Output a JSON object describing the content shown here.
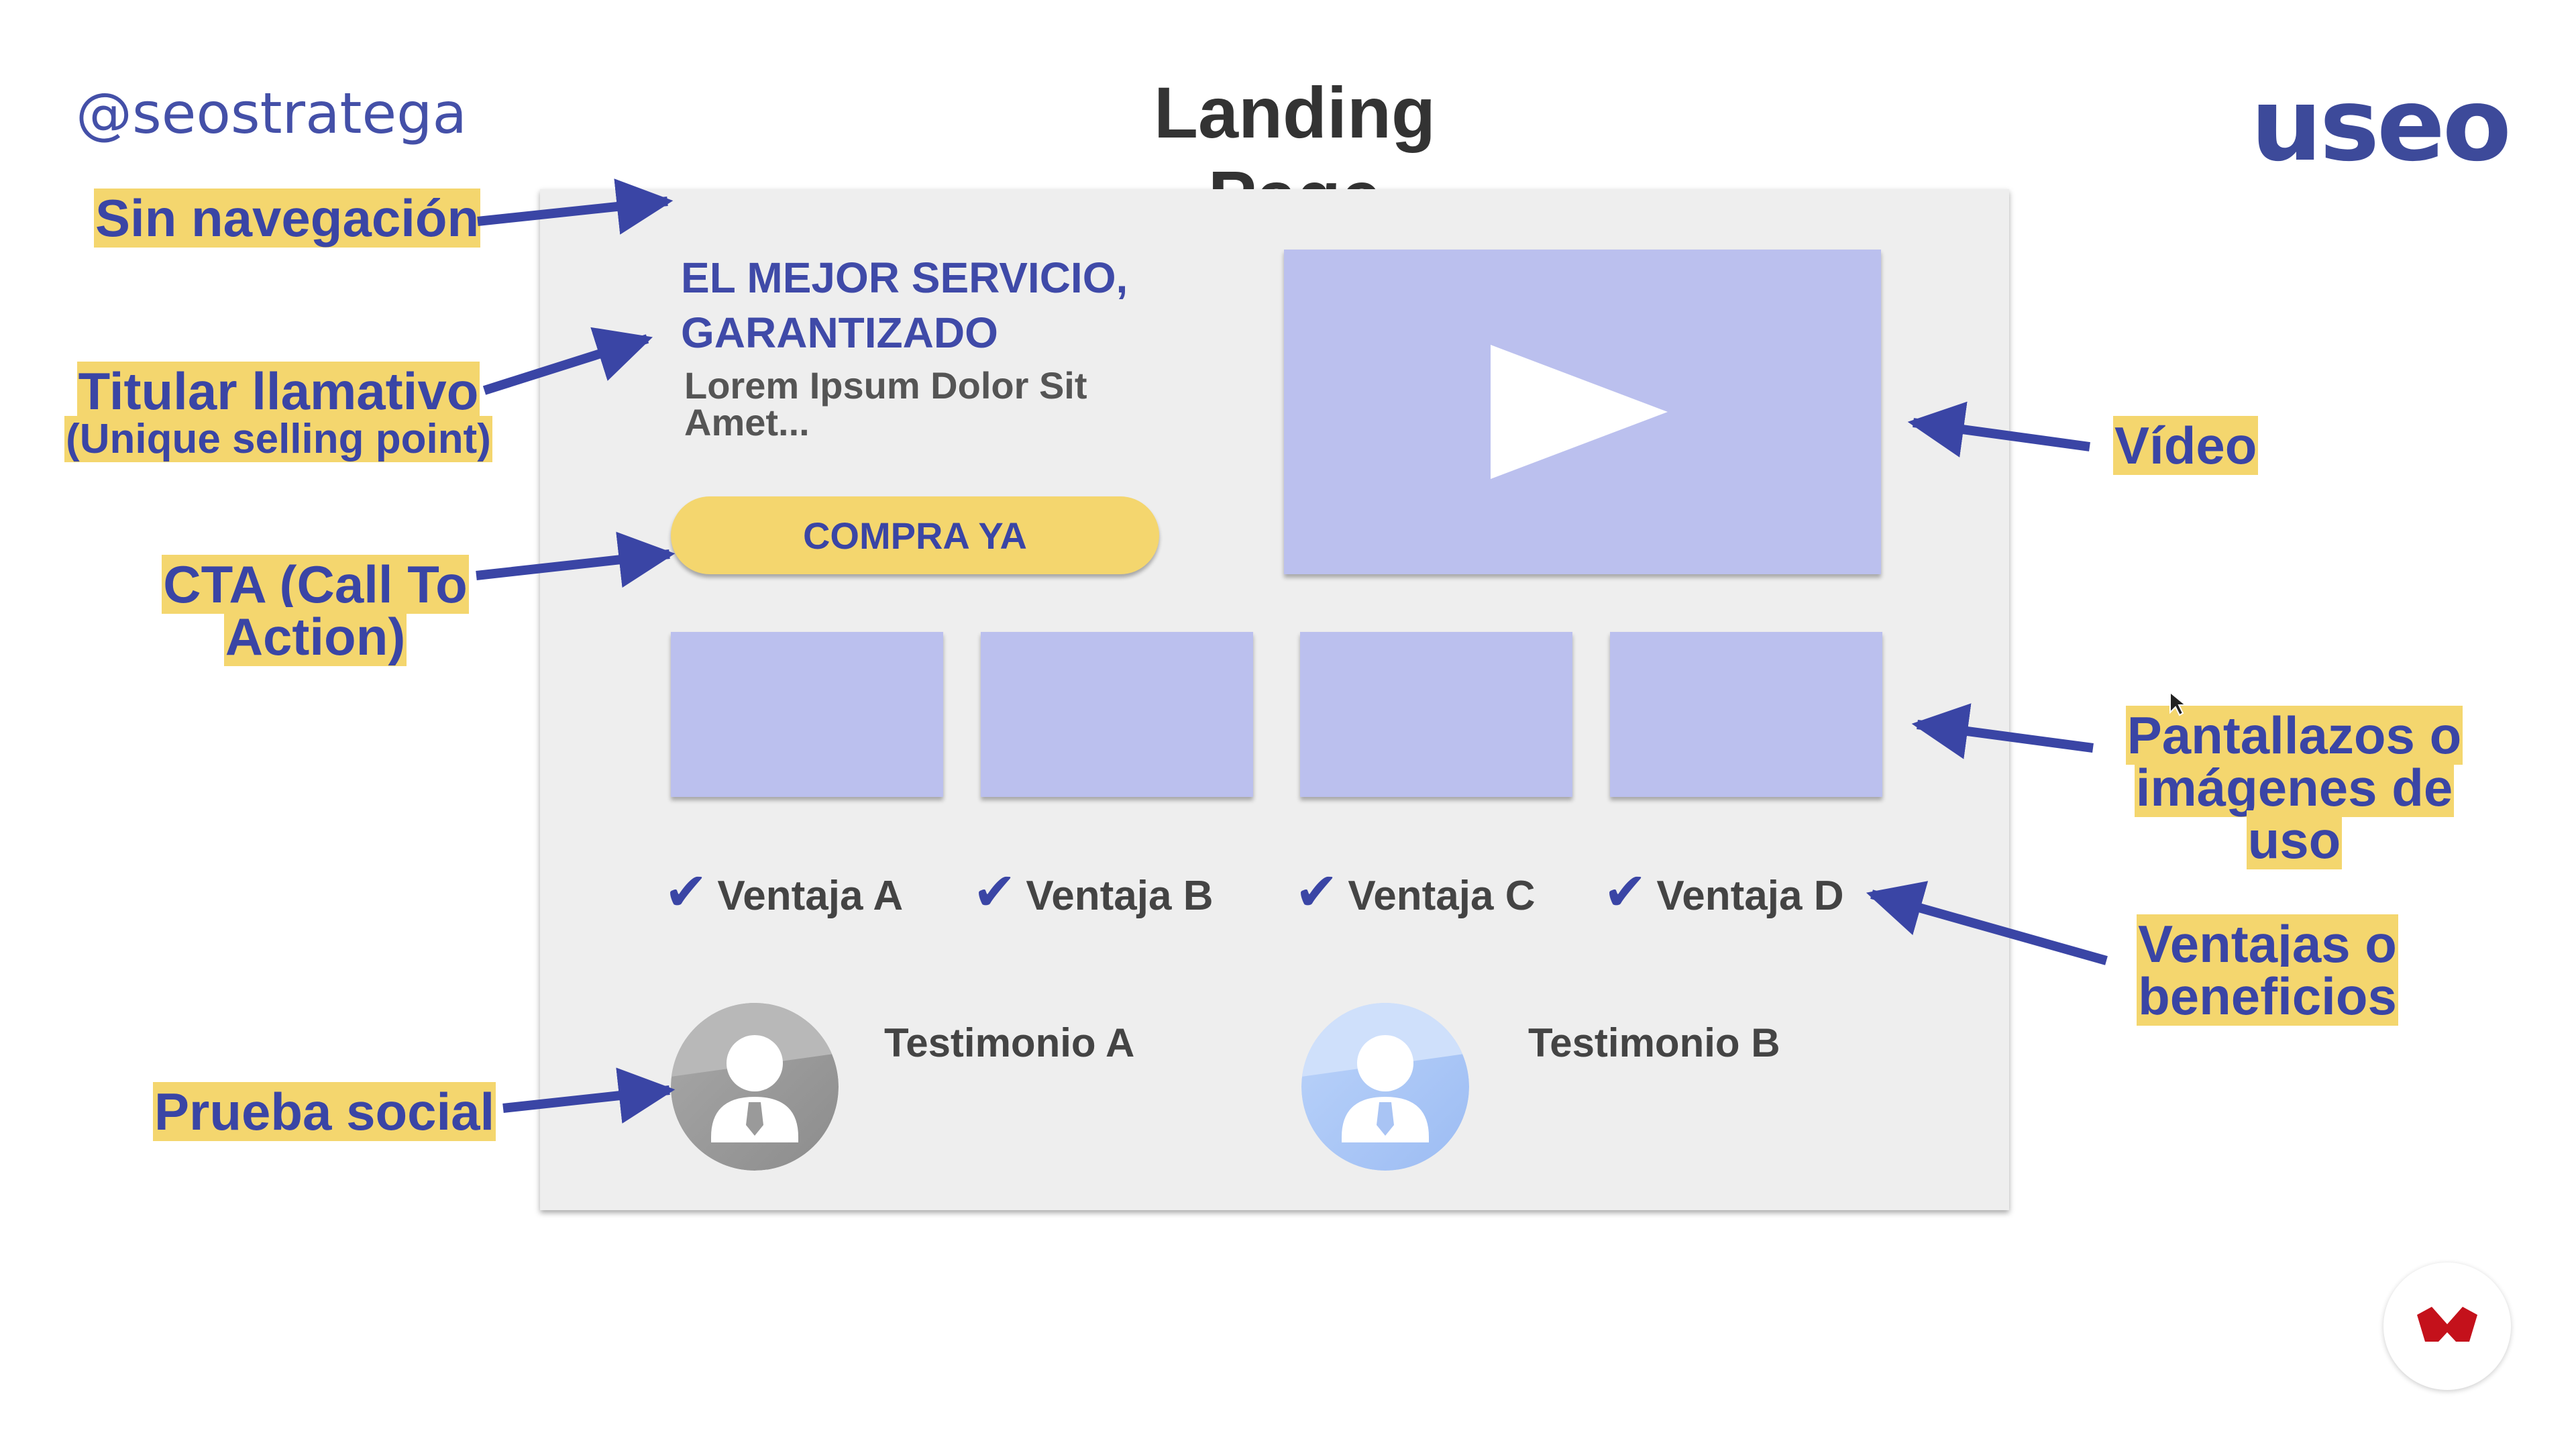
{
  "header": {
    "handle": "@seostratega",
    "title": "Landing Page",
    "brand": "useo"
  },
  "labels": {
    "sin_navegacion": "Sin navegación",
    "titular": "Titular llamativo",
    "titular_sub": "(Unique selling point)",
    "cta_line1": "CTA (Call To",
    "cta_line2": "Action)",
    "prueba_social": "Prueba social",
    "video": "Vídeo",
    "pantallazos_line1": "Pantallazos o",
    "pantallazos_line2": "imágenes de uso",
    "ventajas_line1": "Ventajas o",
    "ventajas_line2": "beneficios"
  },
  "mockup": {
    "headline_line1": "EL MEJOR SERVICIO,",
    "headline_line2": "GARANTIZADO",
    "lorem_line1": "Lorem Ipsum Dolor Sit",
    "lorem_line2": "Amet...",
    "cta_button": "COMPRA YA",
    "check_glyph": "✔",
    "advantages": [
      "Ventaja A",
      "Ventaja B",
      "Ventaja C",
      "Ventaja D"
    ],
    "testimonials": [
      "Testimonio A",
      "Testimonio B"
    ]
  },
  "colors": {
    "accent_blue": "#3a45a5",
    "highlight_yellow": "#f4d66e",
    "placeholder_lavender": "#bbc0ee",
    "mock_background": "#eeeeee"
  }
}
